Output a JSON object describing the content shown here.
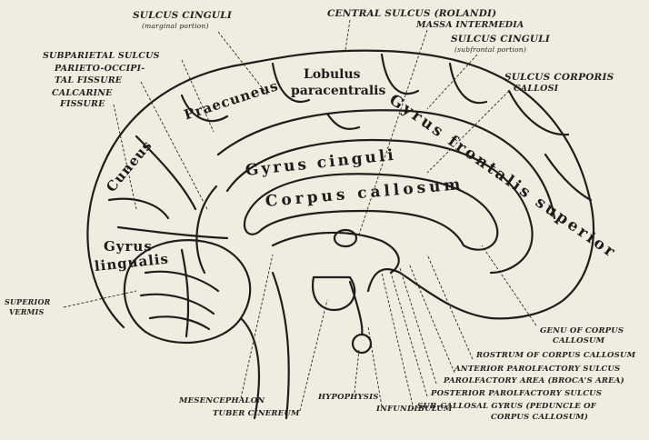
{
  "labels": {
    "sulcus_cinguli_marginal": "SULCUS CINGULI",
    "sulcus_cinguli_marginal_sub": "(marginal portion)",
    "central_sulcus": "CENTRAL SULCUS (ROLANDI)",
    "massa_intermedia": "MASSA INTERMEDIA",
    "sulcus_cinguli_subfrontal": "SULCUS CINGULI",
    "sulcus_cinguli_subfrontal_sub": "(subfrontal portion)",
    "subparietal_sulcus": "SUBPARIETAL SULCUS",
    "parieto_occipital_1": "PARIETO-OCCIPI-",
    "parieto_occipital_2": "TAL FISSURE",
    "calcarine_1": "CALCARINE",
    "calcarine_2": "FISSURE",
    "sulcus_corporis_1": "SULCUS CORPORIS",
    "sulcus_corporis_2": "CALLOSI",
    "superior_vermis_1": "SUPERIOR",
    "superior_vermis_2": "VERMIS",
    "genu_1": "GENU OF CORPUS",
    "genu_2": "CALLOSUM",
    "rostrum": "ROSTRUM OF CORPUS CALLOSUM",
    "anterior_parolfactory": "ANTERIOR PAROLFACTORY SULCUS",
    "parolfactory_area": "PAROLFACTORY AREA (BROCA'S AREA)",
    "posterior_parolfactory": "POSTERIOR PAROLFACTORY SULCUS",
    "subcallosal_1": "SUB-CALLOSAL GYRUS (PEDUNCLE OF",
    "subcallosal_2": "CORPUS CALLOSUM)",
    "mesencephalon": "MESENCEPHALON",
    "tuber_cinereum": "TUBER CINEREUM",
    "hypophysis": "HYPOPHYSIS",
    "infundibulum": "INFUNDIBULUM"
  },
  "regions": {
    "lobulus_1": "Lobulus",
    "lobulus_2": "paracentralis",
    "praecuneus": "Praecuneus",
    "gyrus_frontalis": "Gyrus frontalis superior",
    "cuneus": "Cuneus",
    "gyrus_cinguli": "Gyrus cinguli",
    "corpus_callosum": "Corpus callosum",
    "gyrus_lingualis_1": "Gyrus",
    "gyrus_lingualis_2": "lingualis"
  },
  "colors": {
    "background": "#f1ece0",
    "ink": "#1e1e1e"
  }
}
